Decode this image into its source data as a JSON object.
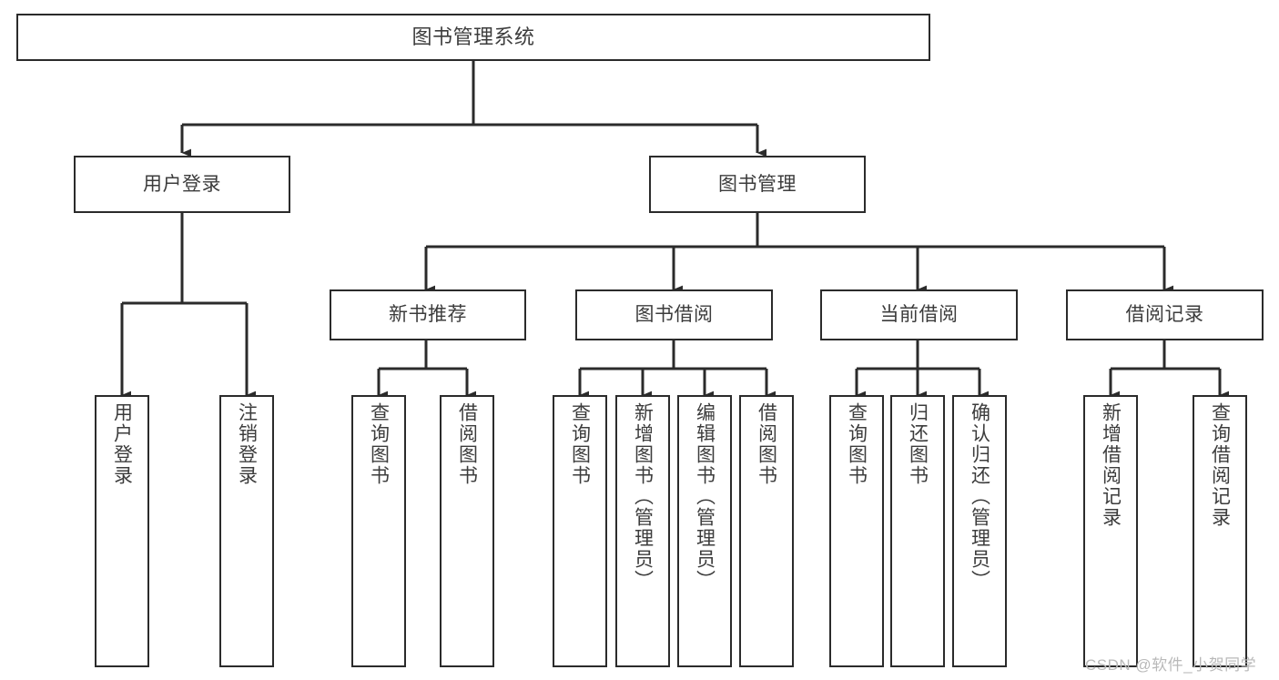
{
  "diagram": {
    "type": "tree-hierarchy",
    "title": "图书管理系统",
    "orientation": "top-down",
    "colors": {
      "box_border": "#2b2b2b",
      "box_fill": "#ffffff",
      "text": "#3c3c3c",
      "connector": "#2b2b2b",
      "watermark": "#b9b9b9",
      "background": "#ffffff"
    }
  },
  "nodes": {
    "root": {
      "label": "图书管理系统"
    },
    "level1": [
      {
        "label": "用户登录"
      },
      {
        "label": "图书管理"
      }
    ],
    "level2": [
      {
        "label": "新书推荐"
      },
      {
        "label": "图书借阅"
      },
      {
        "label": "当前借阅"
      },
      {
        "label": "借阅记录"
      }
    ],
    "leaves": {
      "user_login": [
        {
          "label": "用户登录"
        },
        {
          "label": "注销登录"
        }
      ],
      "new_book_recommend": [
        {
          "label": "查询图书"
        },
        {
          "label": "借阅图书"
        }
      ],
      "book_borrow": [
        {
          "label": "查询图书"
        },
        {
          "label": "新增图书（管理员）"
        },
        {
          "label": "编辑图书（管理员）"
        },
        {
          "label": "借阅图书"
        }
      ],
      "current_borrow": [
        {
          "label": "查询图书"
        },
        {
          "label": "归还图书"
        },
        {
          "label": "确认归还（管理员）"
        }
      ],
      "borrow_record": [
        {
          "label": "新增借阅记录"
        },
        {
          "label": "查询借阅记录"
        }
      ]
    }
  },
  "watermark": {
    "text": "CSDN @软件_小贺同学"
  }
}
